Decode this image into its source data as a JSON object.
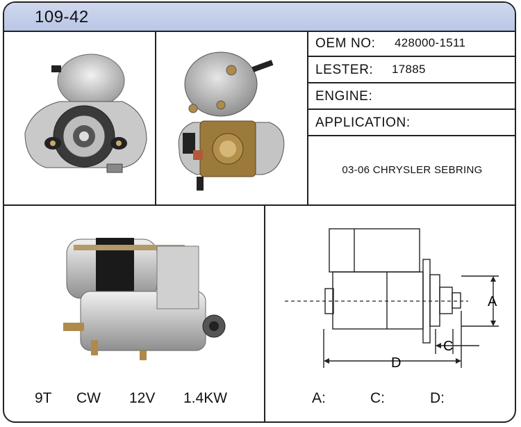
{
  "header": {
    "part_number": "109-42"
  },
  "specs": {
    "oem": {
      "label": "OEM NO:",
      "value": "428000-1511"
    },
    "lester": {
      "label": "LESTER:",
      "value": "17885"
    },
    "engine": {
      "label": "ENGINE:",
      "value": ""
    },
    "application": {
      "label": "APPLICATION:",
      "value": "03-06 CHRYSLER SEBRING"
    }
  },
  "ratings": {
    "teeth": "9T",
    "rotation": "CW",
    "voltage": "12V",
    "power": "1.4KW"
  },
  "dimensions": {
    "a_label": "A:",
    "c_label": "C:",
    "d_label": "D:",
    "a_marker": "A",
    "c_marker": "C",
    "d_marker": "D"
  },
  "colors": {
    "header_bg": "#c3cdea",
    "border": "#222222"
  }
}
